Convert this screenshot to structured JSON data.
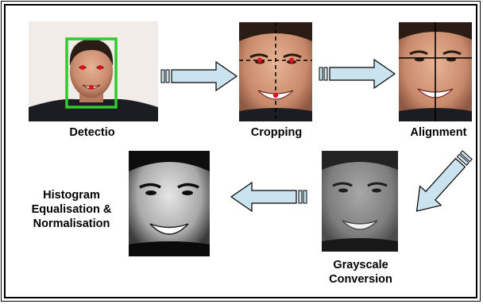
{
  "steps": [
    {
      "id": "detection",
      "label": "Detectio"
    },
    {
      "id": "cropping",
      "label": "Cropping"
    },
    {
      "id": "alignment",
      "label": "Alignment"
    },
    {
      "id": "grayscale",
      "label_lines": [
        "Grayscale",
        "Conversion"
      ]
    },
    {
      "id": "histogram",
      "label_lines": [
        "Histogram",
        "Equalisation &",
        "Normalisation"
      ]
    }
  ],
  "colors": {
    "arrow_fill": "#c9e3ef",
    "arrow_stroke": "#000000",
    "detection_box": "#2ecc2e",
    "landmark": "#e0101c",
    "guide_line": "#000000"
  },
  "icons": [
    "face-photo",
    "right-arrow",
    "down-left-arrow",
    "left-arrow"
  ]
}
